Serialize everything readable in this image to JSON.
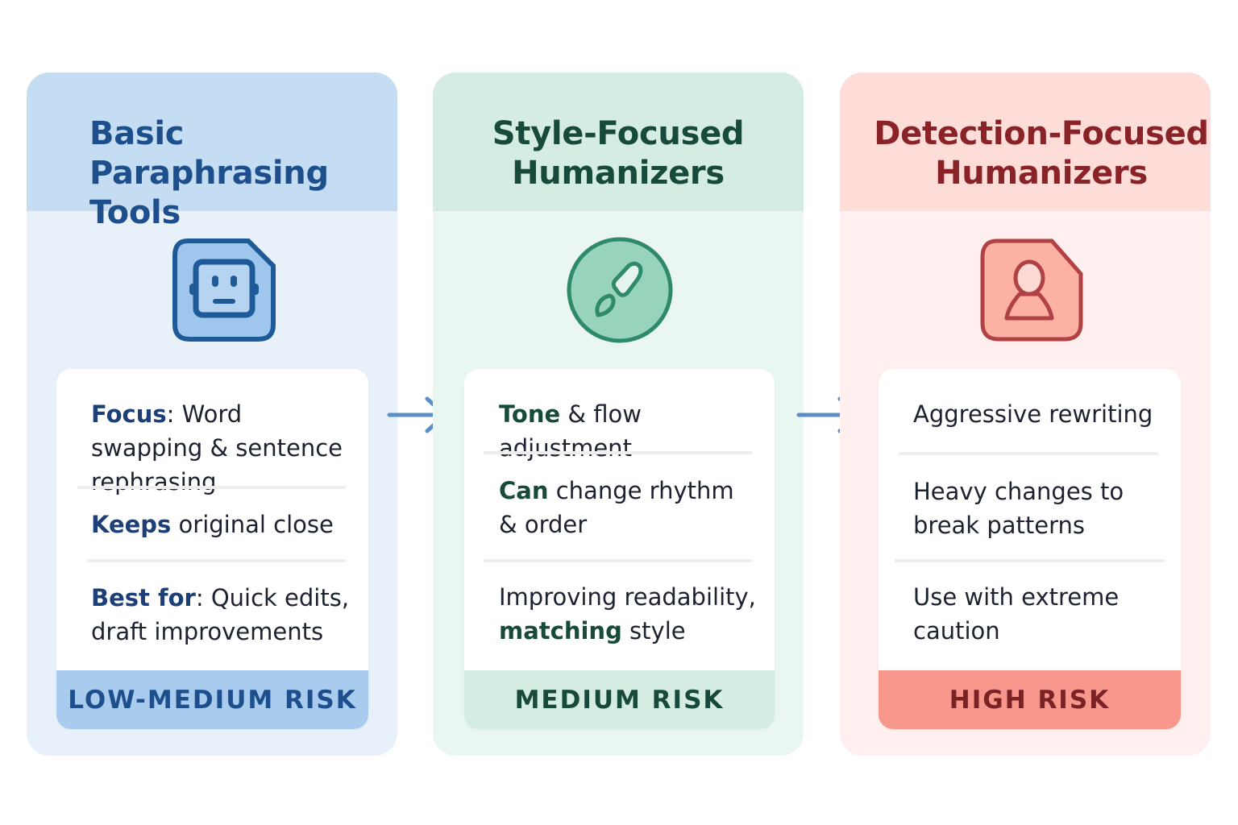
{
  "colors": {
    "blue": "#1d4f8c",
    "green": "#2f8a6a",
    "red": "#b04145"
  },
  "cards": [
    {
      "title_line1": "Basic",
      "title_line2": "Paraphrasing Tools",
      "icon": "robot-icon",
      "items": [
        {
          "parts": [
            {
              "text": "Focus",
              "bold": true
            },
            {
              "text": ": Word swapping & sentence rephrasing",
              "bold": false
            }
          ]
        },
        {
          "parts": [
            {
              "text": "Keeps",
              "bold": true
            },
            {
              "text": " original close",
              "bold": false
            }
          ]
        },
        {
          "parts": [
            {
              "text": "Best for",
              "bold": true
            },
            {
              "text": ": Quick edits, draft improvements",
              "bold": false
            }
          ]
        }
      ],
      "risk": "LOW-MEDIUM RISK"
    },
    {
      "title_line1": "Style-Focused",
      "title_line2": "Humanizers",
      "icon": "paintbrush-icon",
      "items": [
        {
          "parts": [
            {
              "text": "Tone",
              "bold": true
            },
            {
              "text": " & flow adjustment",
              "bold": false
            }
          ]
        },
        {
          "parts": [
            {
              "text": "Can",
              "bold": true
            },
            {
              "text": " change rhythm & order",
              "bold": false
            }
          ]
        },
        {
          "parts": [
            {
              "text": "Improving readability, ",
              "bold": false
            },
            {
              "text": "matching",
              "bold": true
            },
            {
              "text": " style",
              "bold": false
            }
          ]
        }
      ],
      "risk": "MEDIUM RISK"
    },
    {
      "title_line1": "Detection-Focused",
      "title_line2": "Humanizers",
      "icon": "person-icon",
      "items": [
        {
          "parts": [
            {
              "text": "Aggressive rewriting",
              "bold": false
            }
          ]
        },
        {
          "parts": [
            {
              "text": "Heavy changes to break patterns",
              "bold": false
            }
          ]
        },
        {
          "parts": [
            {
              "text": "Use with extreme caution",
              "bold": false
            }
          ]
        }
      ],
      "risk": "HIGH RISK"
    }
  ]
}
